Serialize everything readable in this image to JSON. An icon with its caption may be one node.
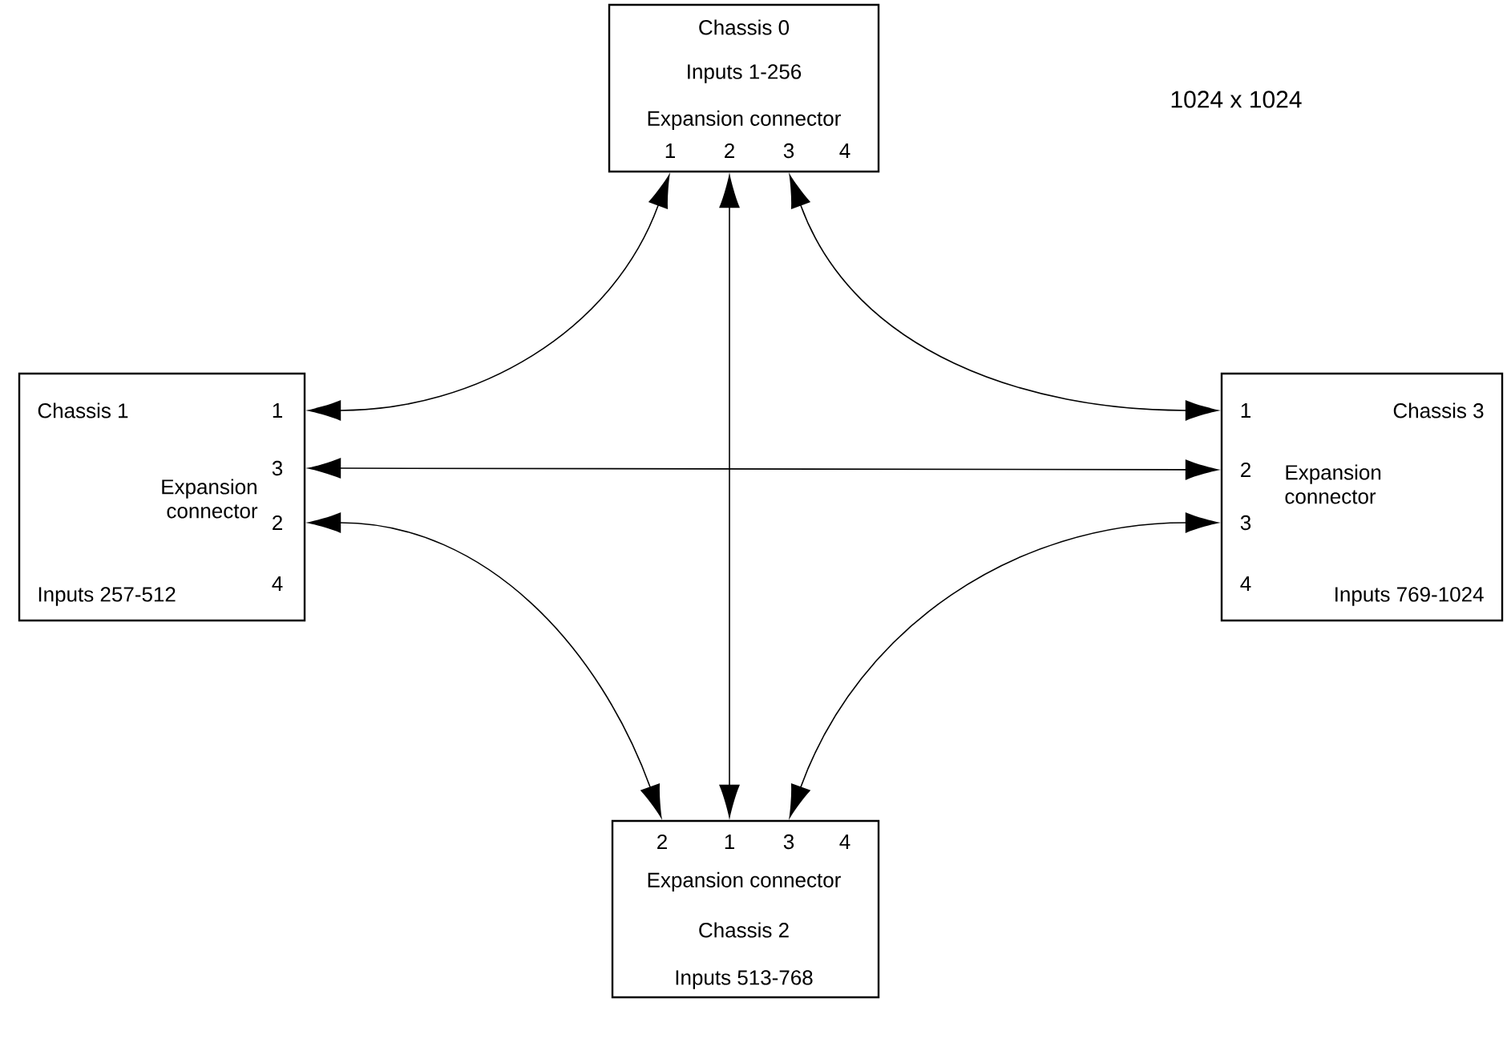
{
  "diagram": {
    "nodes": [
      {
        "text": [
          "Chassis 0",
          "Inputs 1-256",
          "Expansion connector"
        ]
      },
      {
        "text": [
          "1"
        ],
        "in": 0
      },
      {
        "text": [
          "2"
        ],
        "in": 0
      },
      {
        "text": [
          "3"
        ],
        "in": 0
      },
      {
        "text": [
          "4"
        ],
        "in": 0
      },
      {
        "text": [
          "Chassis 1",
          "Expansion connector",
          "Inputs 257-512"
        ]
      },
      {
        "text": [
          "1"
        ],
        "in": 5
      },
      {
        "text": [
          "3"
        ],
        "in": 5
      },
      {
        "text": [
          "2"
        ],
        "in": 5
      },
      {
        "text": [
          "4"
        ],
        "in": 5
      },
      {
        "text": [
          "Chassis 3",
          "Expansion connector",
          "Inputs 769-1024"
        ]
      },
      {
        "text": [
          "1"
        ],
        "in": 10
      },
      {
        "text": [
          "2"
        ],
        "in": 10
      },
      {
        "text": [
          "3"
        ],
        "in": 10
      },
      {
        "text": [
          "4"
        ],
        "in": 10
      },
      {
        "text": [
          "Expansion connector",
          "Chassis 2",
          "Inputs 513-768"
        ]
      },
      {
        "text": [
          "2"
        ],
        "in": 15
      },
      {
        "text": [
          "1"
        ],
        "in": 15
      },
      {
        "text": [
          "3"
        ],
        "in": 15
      },
      {
        "text": [
          "4"
        ],
        "in": 15
      }
    ],
    "edges": [
      {
        "from": 1,
        "to": 6,
        "arrow": "both"
      },
      {
        "from": 2,
        "to": 17,
        "arrow": "both"
      },
      {
        "from": 3,
        "to": 11,
        "arrow": "both"
      },
      {
        "from": 7,
        "to": 12,
        "arrow": "both"
      },
      {
        "from": 8,
        "to": 16,
        "arrow": "both"
      },
      {
        "from": 13,
        "to": 18,
        "arrow": "both"
      }
    ],
    "labels": [
      "1024 x 1024"
    ]
  }
}
